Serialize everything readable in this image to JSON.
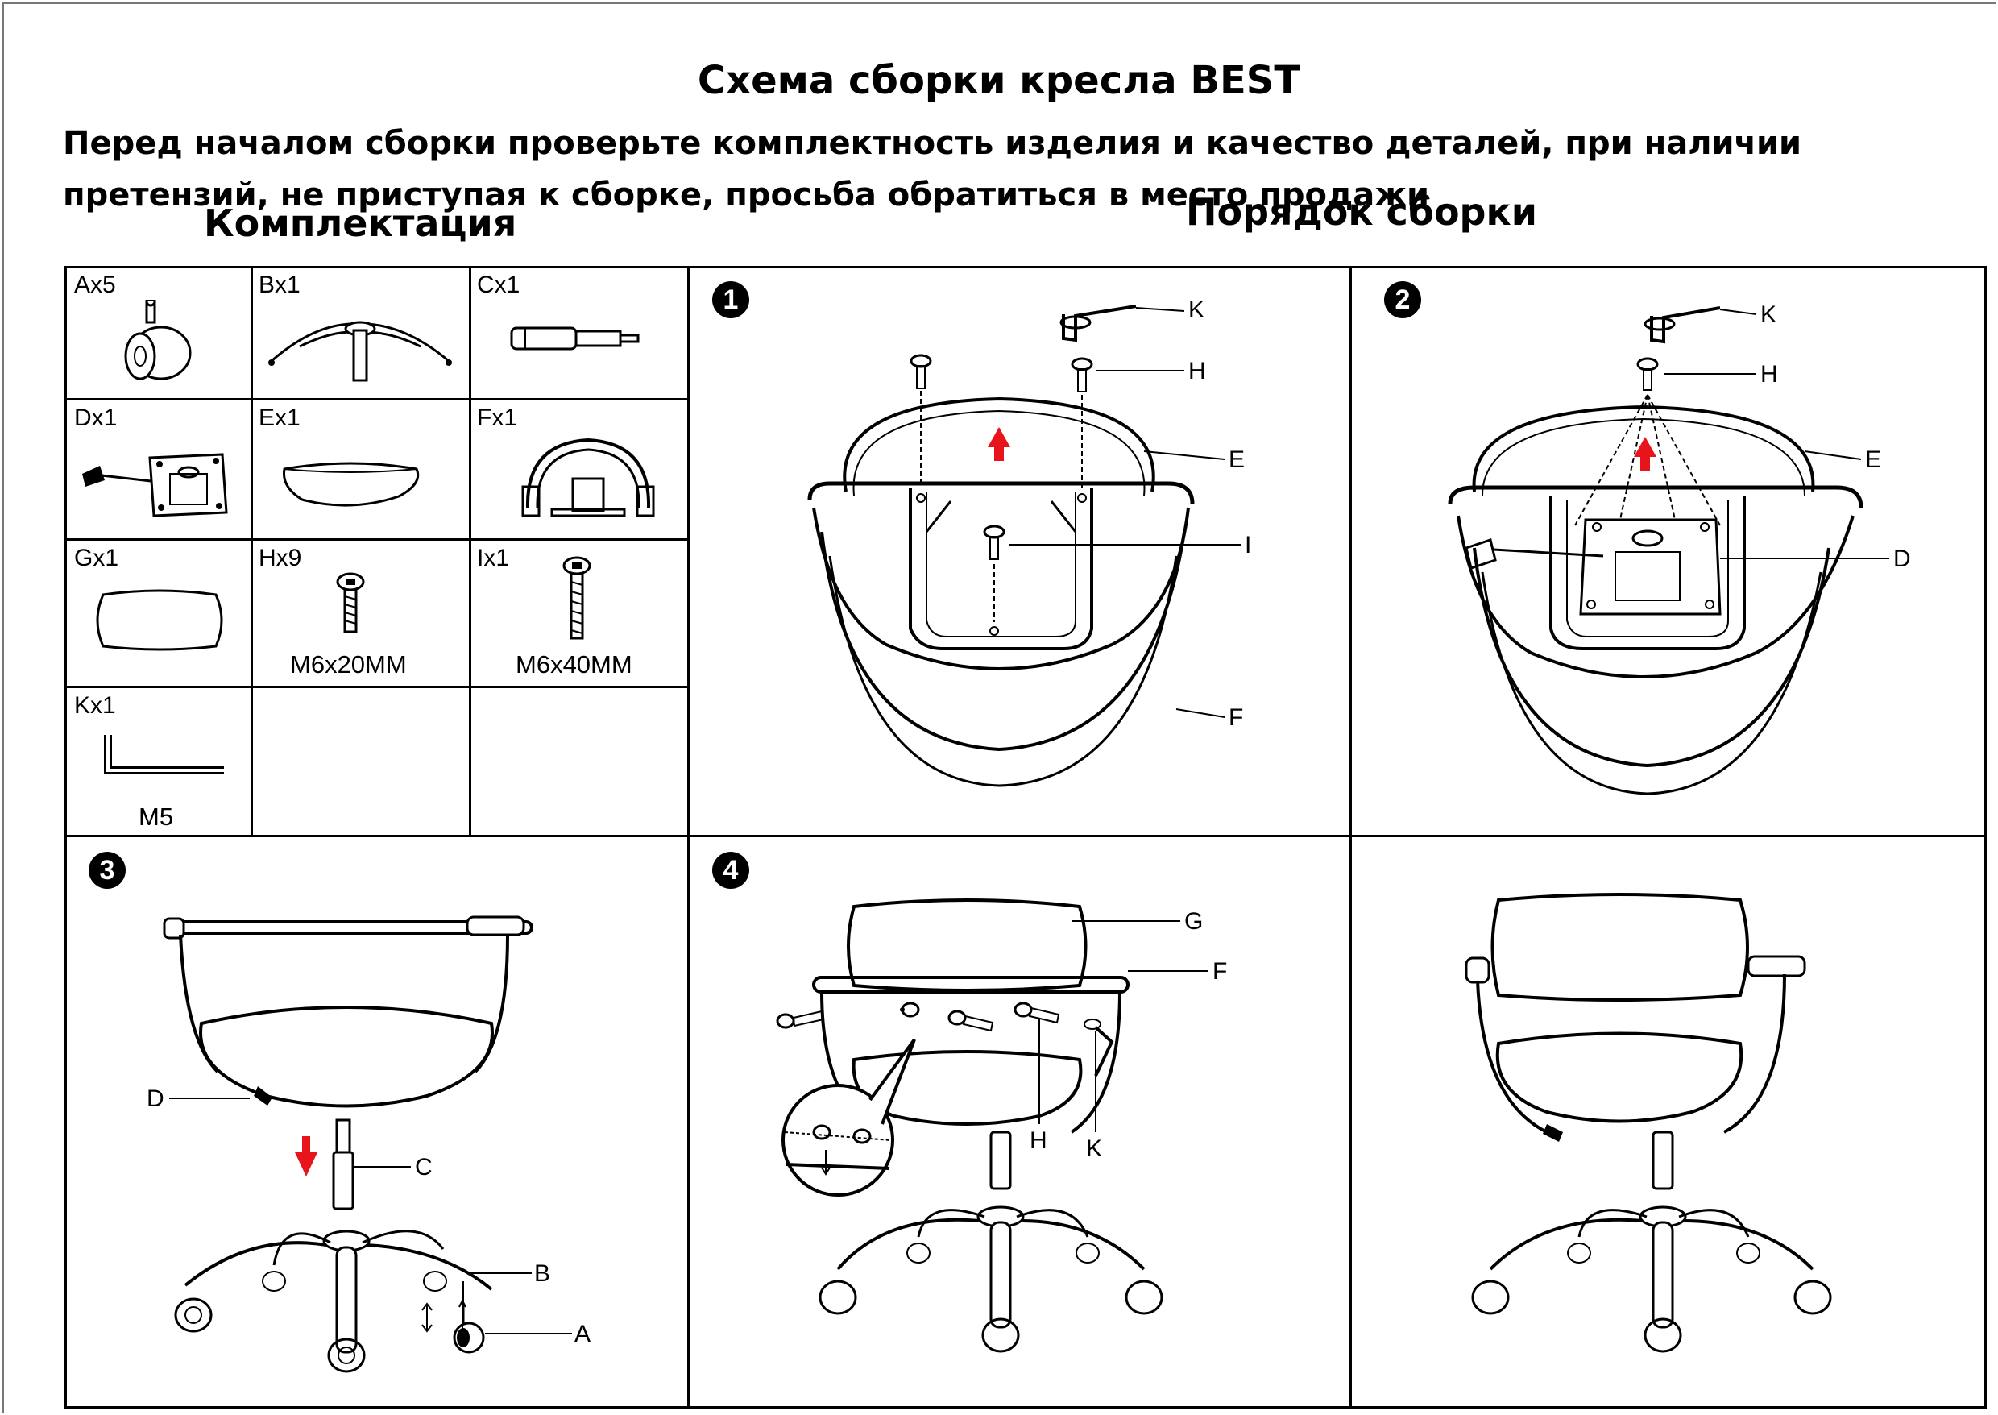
{
  "document": {
    "title": "Схема сборки кресла BEST",
    "intro": "Перед началом сборки проверьте комплектность изделия и качество деталей, при наличии претензий, не приступая к сборке, просьба обратиться в место продажи",
    "kit_heading": "Комплектация",
    "assembly_heading": "Порядок сборки"
  },
  "parts": [
    {
      "label": "Ax5",
      "icon": "caster-wheel-icon"
    },
    {
      "label": "Bx1",
      "icon": "five-star-base-icon"
    },
    {
      "label": "Cx1",
      "icon": "gas-lift-icon"
    },
    {
      "label": "Dx1",
      "icon": "mechanism-plate-icon"
    },
    {
      "label": "Ex1",
      "icon": "seat-cushion-icon"
    },
    {
      "label": "Fx1",
      "icon": "armrest-frame-icon"
    },
    {
      "label": "Gx1",
      "icon": "back-cushion-icon"
    },
    {
      "label": "Hx9",
      "size": "M6x20MM",
      "icon": "short-bolt-icon"
    },
    {
      "label": "Ix1",
      "size": "M6x40MM",
      "icon": "long-bolt-icon"
    },
    {
      "label": "Kx1",
      "size": "M5",
      "icon": "hex-key-icon"
    }
  ],
  "steps": [
    {
      "number": "1",
      "callouts": [
        "K",
        "H",
        "E",
        "I",
        "F"
      ]
    },
    {
      "number": "2",
      "callouts": [
        "K",
        "H",
        "E",
        "D"
      ]
    },
    {
      "number": "3",
      "callouts": [
        "D",
        "C",
        "B",
        "A"
      ]
    },
    {
      "number": "4",
      "callouts": [
        "G",
        "F",
        "H",
        "K"
      ]
    }
  ],
  "colors": {
    "ink": "#000000",
    "arrow": "#e8141b",
    "frame_gray": "#777777"
  }
}
